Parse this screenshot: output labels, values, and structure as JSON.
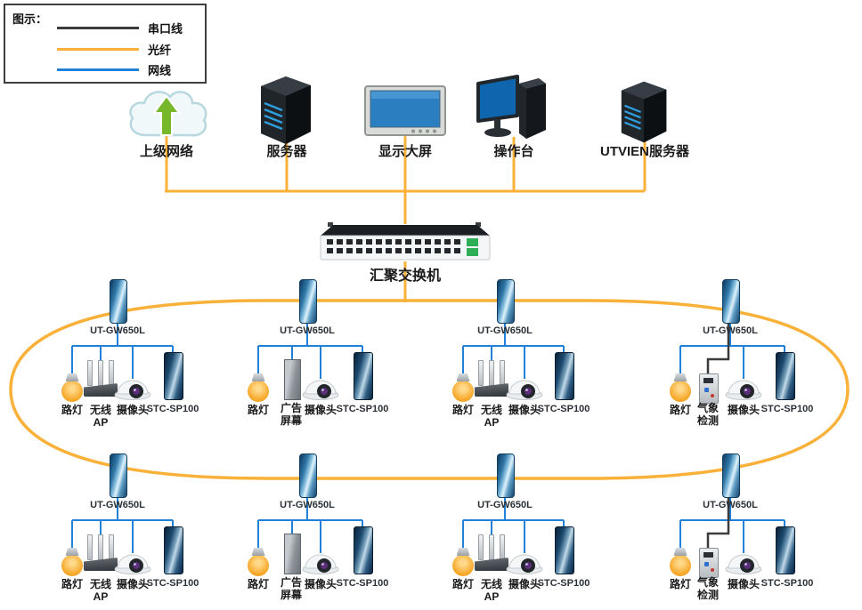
{
  "colors": {
    "serial": "#3B3B3B",
    "fiber": "#F9B13A",
    "ethernet": "#2180D8"
  },
  "legend": {
    "title": "图示：",
    "items": [
      {
        "label": "串口线",
        "type": "serial"
      },
      {
        "label": "光纤",
        "type": "fiber"
      },
      {
        "label": "网线",
        "type": "ethernet"
      }
    ]
  },
  "top_devices": [
    {
      "label": "上级网络"
    },
    {
      "label": "服务器"
    },
    {
      "label": "显示大屏"
    },
    {
      "label": "操作台"
    },
    {
      "label": "UTVIEN服务器"
    }
  ],
  "core_switch": {
    "label": "汇聚交换机"
  },
  "groups": [
    {
      "gateway": "UT-GW650L",
      "children": [
        {
          "type": "street-light",
          "label": "路灯"
        },
        {
          "type": "wireless-ap",
          "label": "无线",
          "label2": "AP"
        },
        {
          "type": "camera",
          "label": "摄像头"
        },
        {
          "type": "media-converter",
          "label": "STC-SP100"
        }
      ]
    },
    {
      "gateway": "UT-GW650L",
      "children": [
        {
          "type": "street-light",
          "label": "路灯"
        },
        {
          "type": "ad-screen",
          "label": "广告",
          "label2": "屏幕"
        },
        {
          "type": "camera",
          "label": "摄像头"
        },
        {
          "type": "media-converter",
          "label": "STC-SP100"
        }
      ]
    },
    {
      "gateway": "UT-GW650L",
      "children": [
        {
          "type": "street-light",
          "label": "路灯"
        },
        {
          "type": "wireless-ap",
          "label": "无线",
          "label2": "AP"
        },
        {
          "type": "camera",
          "label": "摄像头"
        },
        {
          "type": "media-converter",
          "label": "STC-SP100"
        }
      ]
    },
    {
      "gateway": "UT-GW650L",
      "children": [
        {
          "type": "street-light",
          "label": "路灯"
        },
        {
          "type": "weather-sensor",
          "label": "气象",
          "label2": "检测",
          "link": "serial"
        },
        {
          "type": "camera",
          "label": "摄像头"
        },
        {
          "type": "media-converter",
          "label": "STC-SP100"
        }
      ]
    },
    {
      "gateway": "UT-GW650L",
      "children": [
        {
          "type": "street-light",
          "label": "路灯"
        },
        {
          "type": "wireless-ap",
          "label": "无线",
          "label2": "AP"
        },
        {
          "type": "camera",
          "label": "摄像头"
        },
        {
          "type": "media-converter",
          "label": "STC-SP100"
        }
      ]
    },
    {
      "gateway": "UT-GW650L",
      "children": [
        {
          "type": "street-light",
          "label": "路灯"
        },
        {
          "type": "ad-screen",
          "label": "广告",
          "label2": "屏幕"
        },
        {
          "type": "camera",
          "label": "摄像头"
        },
        {
          "type": "media-converter",
          "label": "STC-SP100"
        }
      ]
    },
    {
      "gateway": "UT-GW650L",
      "children": [
        {
          "type": "street-light",
          "label": "路灯"
        },
        {
          "type": "wireless-ap",
          "label": "无线",
          "label2": "AP"
        },
        {
          "type": "camera",
          "label": "摄像头"
        },
        {
          "type": "media-converter",
          "label": "STC-SP100"
        }
      ]
    },
    {
      "gateway": "UT-GW650L",
      "children": [
        {
          "type": "street-light",
          "label": "路灯"
        },
        {
          "type": "weather-sensor",
          "label": "气象",
          "label2": "检测",
          "link": "serial"
        },
        {
          "type": "camera",
          "label": "摄像头"
        },
        {
          "type": "media-converter",
          "label": "STC-SP100"
        }
      ]
    }
  ]
}
